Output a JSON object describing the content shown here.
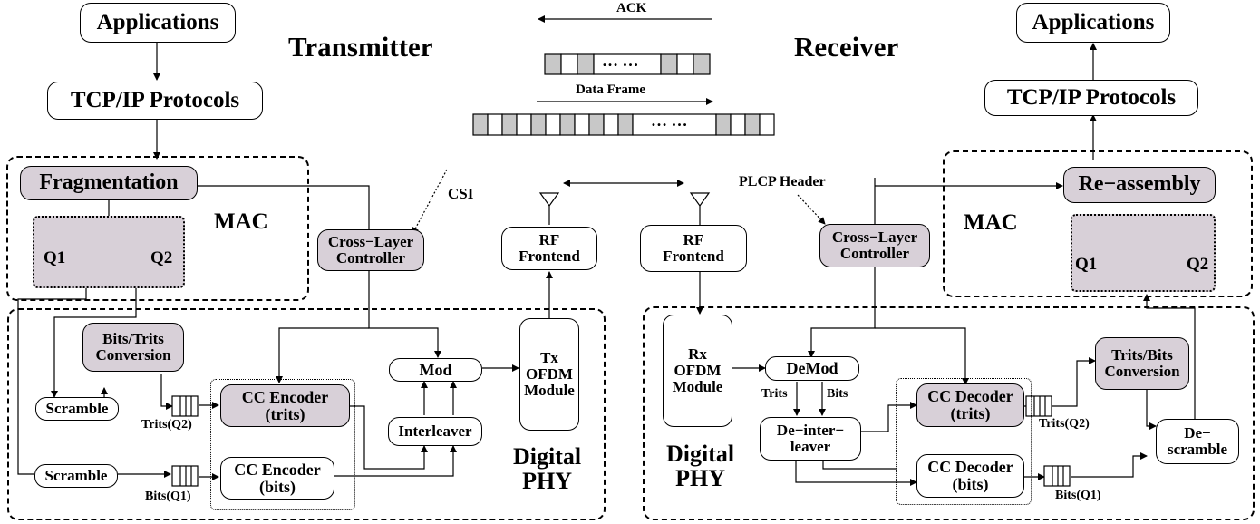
{
  "headers": {
    "transmitter": "Transmitter",
    "receiver": "Receiver"
  },
  "frames": {
    "ack_label": "ACK",
    "data_label": "Data Frame",
    "dots": "… …"
  },
  "tx": {
    "applications": "Applications",
    "tcpip": "TCP/IP Protocols",
    "fragmentation": "Fragmentation",
    "mac": "MAC",
    "q1": "Q1",
    "q2": "Q2",
    "csi": "CSI",
    "cross_layer": "Cross−Layer\nController",
    "rf": "RF\nFrontend",
    "bits_trits": "Bits/Trits\nConversion",
    "scramble_top": "Scramble",
    "scramble_bottom": "Scramble",
    "trits_q2": "Trits(Q2)",
    "bits_q1": "Bits(Q1)",
    "cc_encoder_trits": "CC Encoder\n(trits)",
    "cc_encoder_bits": "CC Encoder\n(bits)",
    "mod": "Mod",
    "interleaver": "Interleaver",
    "tx_ofdm": "Tx\nOFDM\nModule",
    "digital_phy": "Digital\nPHY"
  },
  "rx": {
    "applications": "Applications",
    "tcpip": "TCP/IP Protocols",
    "reassembly": "Re−assembly",
    "mac": "MAC",
    "q1": "Q1",
    "q2": "Q2",
    "plcp": "PLCP Header",
    "cross_layer": "Cross−Layer\nController",
    "rf": "RF\nFrontend",
    "rx_ofdm": "Rx\nOFDM\nModule",
    "demod": "DeMod",
    "trits": "Trits",
    "bits": "Bits",
    "deinterleaver": "De−inter−\nleaver",
    "cc_decoder_trits": "CC Decoder\n(trits)",
    "cc_decoder_bits": "CC Decoder\n(bits)",
    "trits_bits": "Trits/Bits\nConversion",
    "descramble": "De−\nscramble",
    "trits_q2": "Trits(Q2)",
    "bits_q1": "Bits(Q1)",
    "digital_phy": "Digital\nPHY"
  },
  "colors": {
    "shaded_fill": "#d8d0d8",
    "frame_cell_fill": "#c8c8c8",
    "line": "#000000"
  }
}
